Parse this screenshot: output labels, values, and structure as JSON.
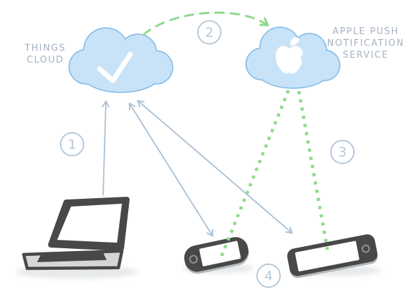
{
  "diagram": {
    "things_cloud": {
      "icon": "checkmark-icon",
      "lines": [
        "THINGS",
        "CLOUD"
      ]
    },
    "apns_cloud": {
      "icon": "apple-logo-icon",
      "lines": [
        "APPLE PUSH",
        "NOTIFICATION",
        "SERVICE"
      ]
    },
    "devices": [
      {
        "name": "laptop"
      },
      {
        "name": "iphone"
      },
      {
        "name": "ipad"
      }
    ],
    "steps": [
      "1",
      "2",
      "3",
      "4"
    ],
    "connections": [
      {
        "step": "1",
        "from": "laptop",
        "to": "things-cloud",
        "style": "gray-arrow"
      },
      {
        "step": "2",
        "from": "things-cloud",
        "to": "apns-cloud",
        "style": "green-dashed-arc-arrow"
      },
      {
        "step": "3",
        "from": "apns-cloud",
        "to": "iphone-and-ipad",
        "style": "green-dotted"
      },
      {
        "step": "4",
        "from": "things-cloud",
        "to": "iphone-and-ipad",
        "style": "gray-double-arrow"
      }
    ],
    "colors": {
      "cloud_fill": "#c8e3f8",
      "cloud_stroke": "#8abfe9",
      "arrow_gray": "#aec2d5",
      "green": "#8fd98f",
      "label_text": "#a6b2bf",
      "badge": "#b6c8d9",
      "device_dark": "#484848",
      "device_base": "#d6d6d6"
    }
  }
}
